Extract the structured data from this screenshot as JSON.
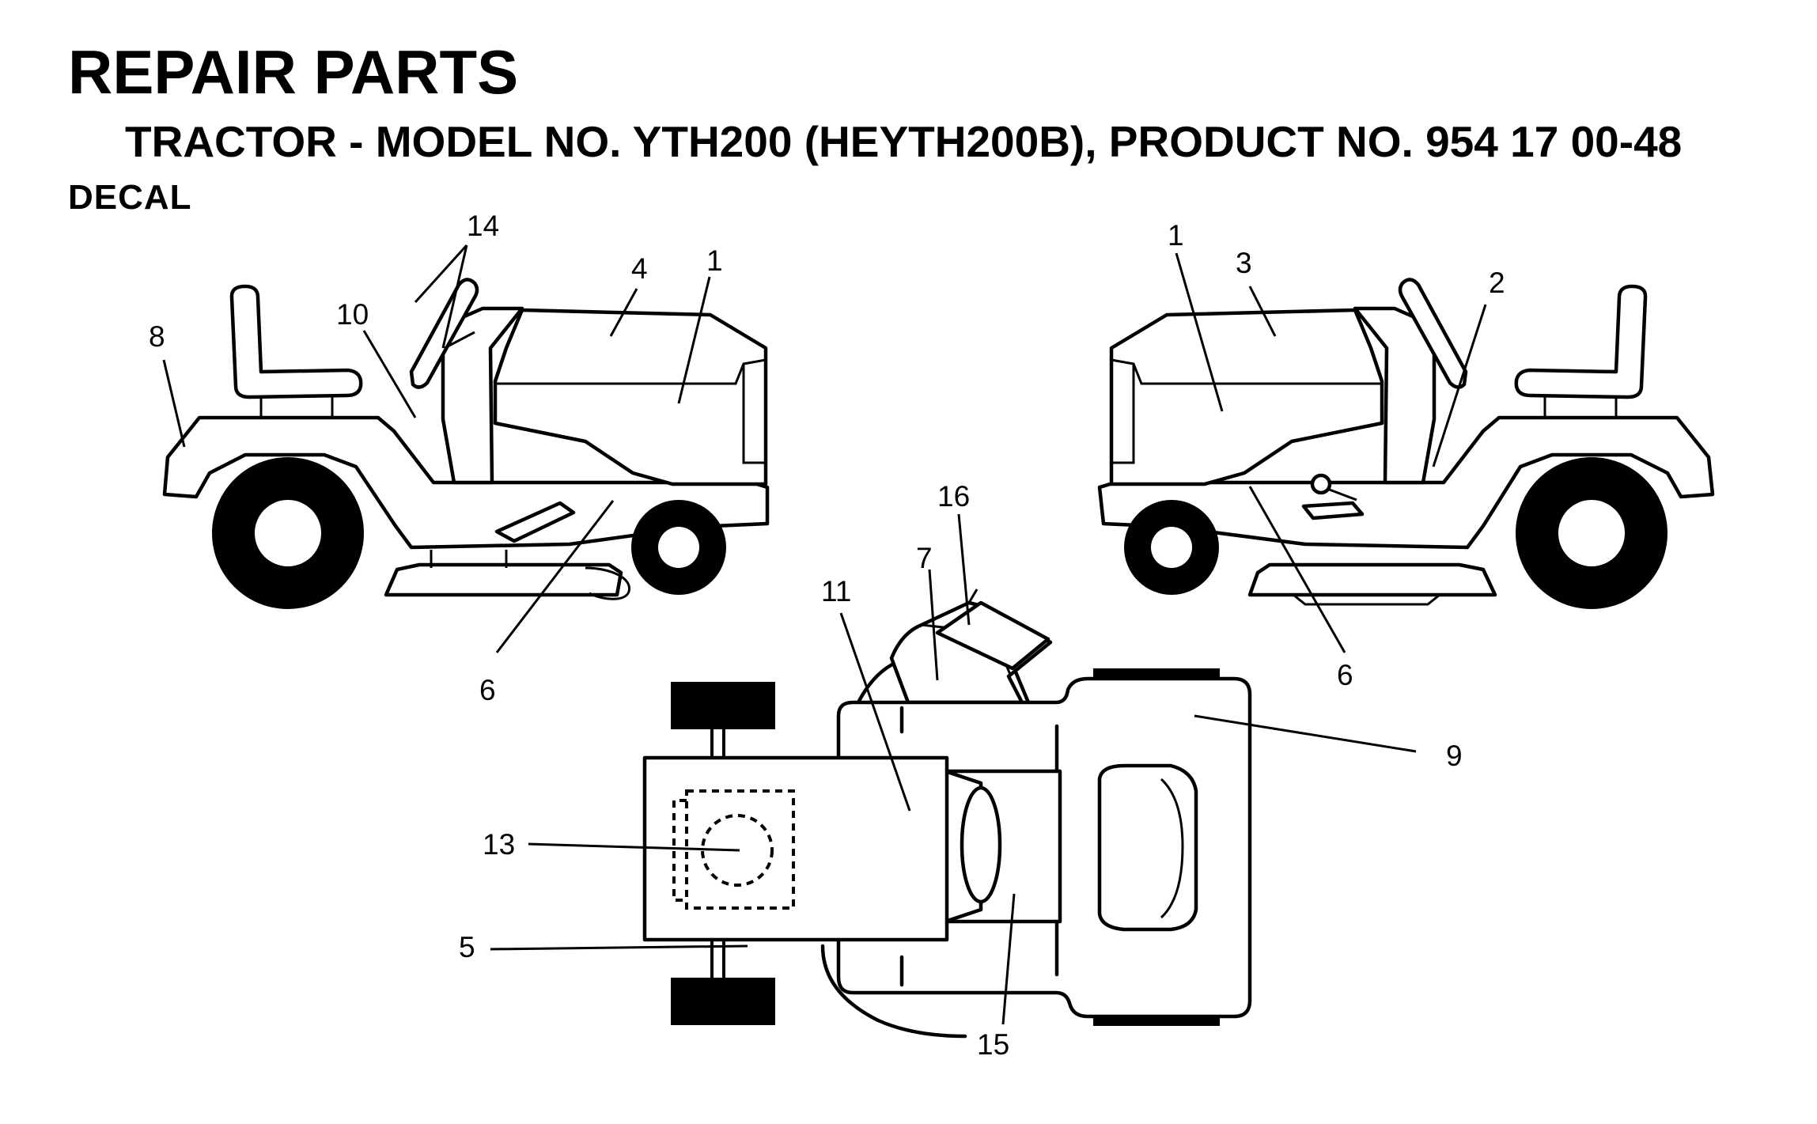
{
  "header": {
    "title": "REPAIR PARTS",
    "subtitle": "TRACTOR - MODEL NO. YTH200 (HEYTH200B),   PRODUCT NO. 954 17 00-48",
    "section": "DECAL"
  },
  "callouts": [
    {
      "id": "left-8",
      "label": "8"
    },
    {
      "id": "left-10",
      "label": "10"
    },
    {
      "id": "left-14",
      "label": "14"
    },
    {
      "id": "left-4",
      "label": "4"
    },
    {
      "id": "left-1",
      "label": "1"
    },
    {
      "id": "left-6",
      "label": "6"
    },
    {
      "id": "right-1",
      "label": "1"
    },
    {
      "id": "right-3",
      "label": "3"
    },
    {
      "id": "right-2",
      "label": "2"
    },
    {
      "id": "right-6",
      "label": "6"
    },
    {
      "id": "top-16",
      "label": "16"
    },
    {
      "id": "top-7",
      "label": "7"
    },
    {
      "id": "top-11",
      "label": "11"
    },
    {
      "id": "top-9",
      "label": "9"
    },
    {
      "id": "top-13",
      "label": "13"
    },
    {
      "id": "top-5",
      "label": "5"
    },
    {
      "id": "top-15",
      "label": "15"
    }
  ]
}
